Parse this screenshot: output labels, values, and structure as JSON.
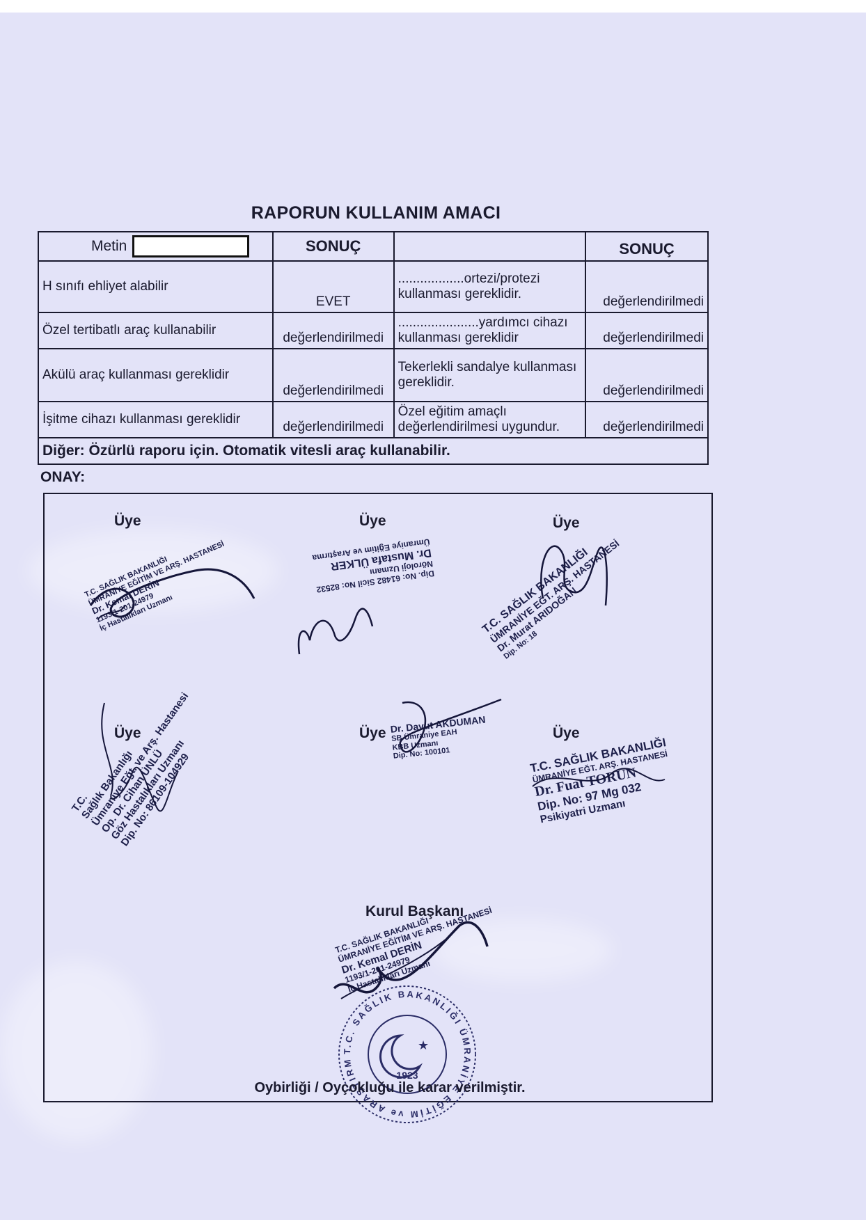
{
  "title": "RAPORUN KULLANIM AMACI",
  "header": {
    "left_label": "Metin",
    "result_label": "SONUÇ",
    "right_result_label": "SONUÇ"
  },
  "rows": [
    {
      "left": "H sınıfı ehliyet alabilir",
      "left_result": "EVET",
      "right": "..................ortezi/protezi kullanması gereklidir.",
      "right_result": "değerlendirilmedi"
    },
    {
      "left": "Özel tertibatlı araç kullanabilir",
      "left_result": "değerlendirilmedi",
      "right": "......................yardımcı cihazı kullanması gereklidir",
      "right_result": "değerlendirilmedi"
    },
    {
      "left": "Akülü araç kullanması gereklidir",
      "left_result": "değerlendirilmedi",
      "right": "Tekerlekli sandalye kullanması gereklidir.",
      "right_result": "değerlendirilmedi"
    },
    {
      "left": "İşitme cihazı kullanması gereklidir",
      "left_result": "değerlendirilmedi",
      "right": "Özel eğitim amaçlı değerlendirilmesi uygundur.",
      "right_result": "değerlendirilmedi"
    }
  ],
  "other": "Diğer:  Özürlü raporu için.  Otomatik vitesli araç kullanabilir.",
  "approval_label": "ONAY:",
  "members": [
    "Üye",
    "Üye",
    "Üye",
    "Üye",
    "Üye",
    "Üye"
  ],
  "chair_label": "Kurul Başkanı",
  "footer": "Oybirliği / Oyçokluğu ile karar verilmiştir.",
  "stamps": {
    "s1": [
      "T.C. SAĞLIK BAKANLIĞI",
      "ÜMRANİYE EĞİTİM VE ARŞ. HASTANESİ",
      "Dr. Kemal DERİN",
      "1193/1-201-24979",
      "İç Hastalıkları Uzmanı"
    ],
    "s2": [
      "Dip. No: 61482  Sicil No: 82532",
      "Nöroloji Uzmanı",
      "Dr. Mustafa ÜLKER",
      "Ümraniye Eğitim ve Araştırma"
    ],
    "s3": [
      "T.C. SAĞLIK BAKANLIĞI",
      "ÜMRANİYE EĞT. ARŞ. HASTANESİ",
      "Dr. Murat ARIDOĞAN",
      "Dip. No: 18"
    ],
    "s4": [
      "T.C.",
      "Sağlık Bakanlığı",
      "Ümraniye Eğt. ve Arş. Hastanesi",
      "Op. Dr. Cihan ÜNLÜ",
      "Göz Hastalıkları Uzmanı",
      "Dip. No: 86109-104929"
    ],
    "s5": [
      "Dr. Davut AKDUMAN",
      "SB Ümraniye EAH",
      "KBB Uzmanı",
      "Dip. No: 100101"
    ],
    "s6": [
      "T.C. SAĞLIK BAKANLIĞI",
      "ÜMRANİYE EĞT. ARŞ. HASTANESİ",
      "Dr. Fuat TORUN",
      "Dip. No: 97 Mg 032",
      "Psikiyatri Uzmanı"
    ],
    "s7": [
      "T.C. SAĞLIK BAKANLIĞI",
      "ÜMRANİYE EĞİTİM VE ARŞ. HASTANESİ",
      "Dr. Kemal DERİN",
      "1193/1-201-24979",
      "İç Hastalıkları Uzmanı"
    ]
  },
  "seal": {
    "year": "1923",
    "ring": "T.C. SAĞLIK BAKANLIĞI ÜMRANİYE EĞİTİM ve ARAŞTIRMA HASTANESİ"
  }
}
